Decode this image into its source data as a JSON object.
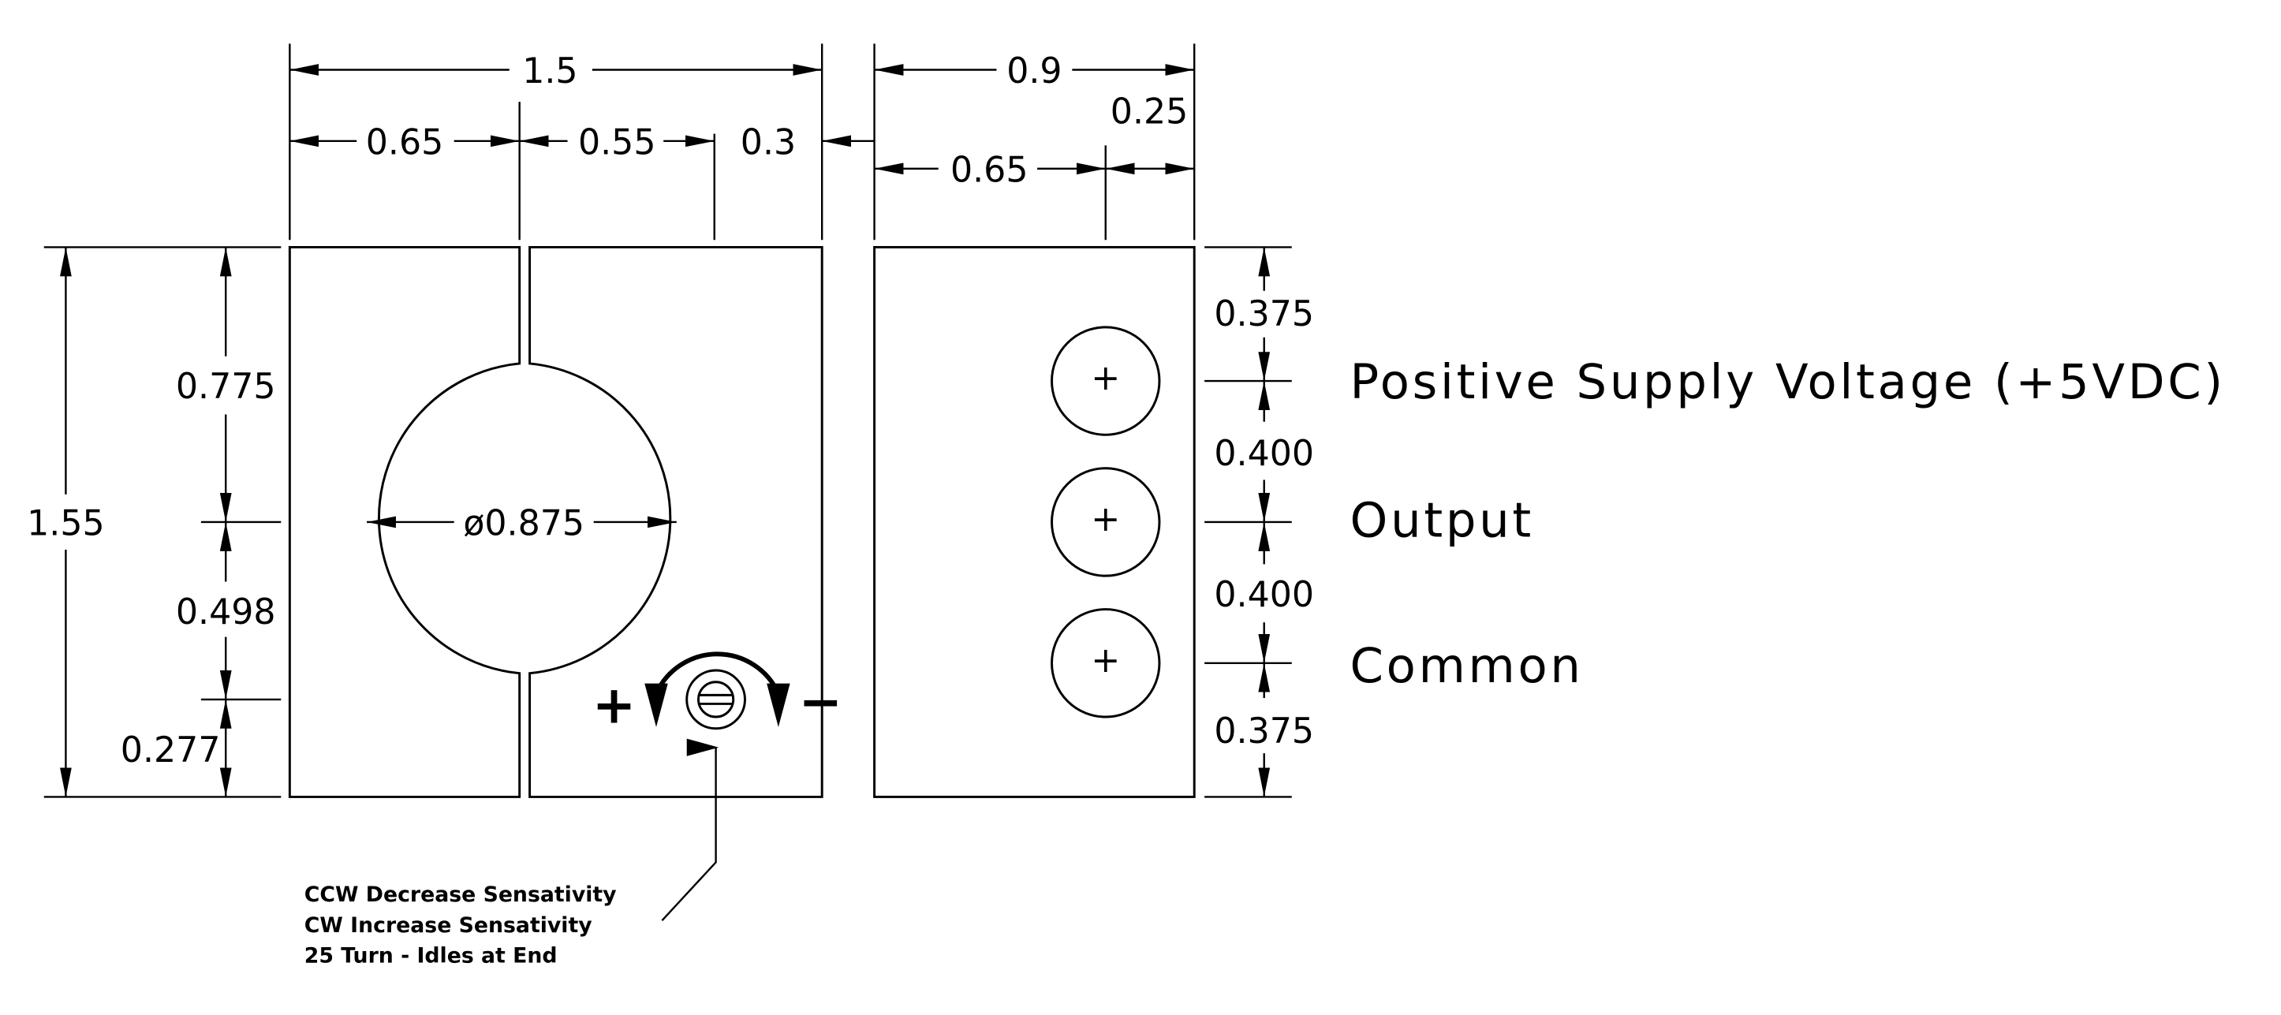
{
  "dimensions": {
    "overall_width": "1.5",
    "left_width": "0.65",
    "middle_width": "0.55",
    "pot_offset": "0.3",
    "side_width": "0.9",
    "side_pin_offset": "0.65",
    "side_pin_edge": "0.25",
    "overall_height": "1.55",
    "slot_top": "0.775",
    "slot_to_pot": "0.498",
    "pot_to_bottom": "0.277",
    "bore_diameter": "ø0.875",
    "pin_top": "0.375",
    "pin_pitch_1": "0.400",
    "pin_pitch_2": "0.400",
    "pin_bottom": "0.375"
  },
  "pins": [
    {
      "label": "Positive Supply Voltage (+5VDC)"
    },
    {
      "label": "Output"
    },
    {
      "label": "Common"
    }
  ],
  "potentiometer": {
    "plus": "+",
    "minus": "−",
    "note_lines": [
      "CCW Decrease Sensativity",
      "CW Increase Sensativity",
      "25 Turn - Idles at End"
    ]
  }
}
